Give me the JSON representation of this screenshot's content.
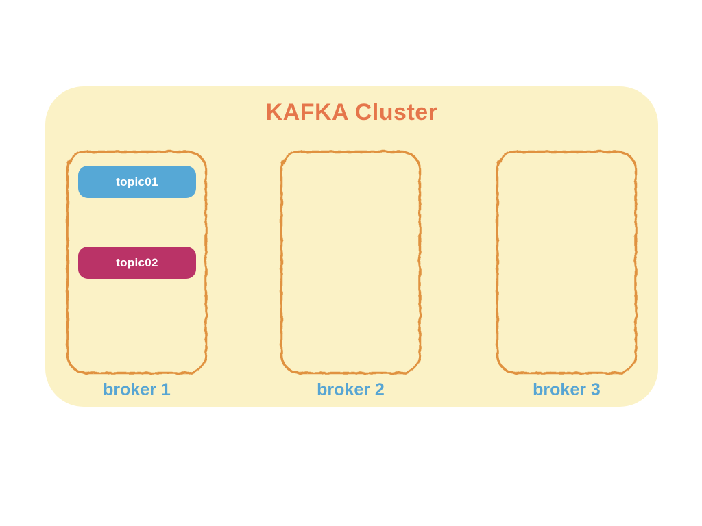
{
  "diagram": {
    "title": "KAFKA Cluster",
    "brokers": [
      {
        "label": "broker 1",
        "topics": [
          {
            "name": "topic01"
          },
          {
            "name": "topic02"
          }
        ]
      },
      {
        "label": "broker 2",
        "topics": []
      },
      {
        "label": "broker 3",
        "topics": []
      }
    ],
    "colors": {
      "cluster_bg": "#FBF2C6",
      "box_border": "#E0923F",
      "title": "#E5764B",
      "topic01_bg": "#56A8D6",
      "topic02_bg": "#BA3367",
      "topic_text": "#FFFFFF",
      "broker_label": "#57A5D3"
    }
  }
}
